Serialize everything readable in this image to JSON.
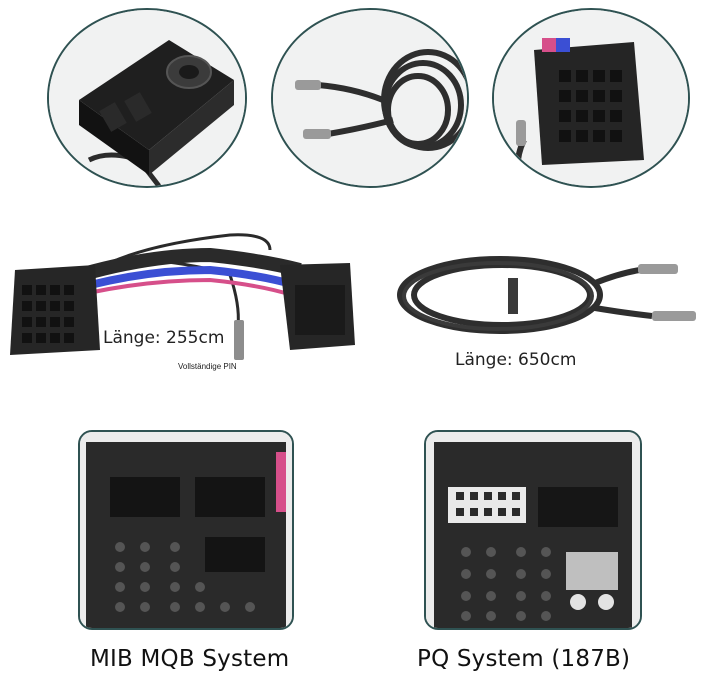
{
  "top_row": {
    "circles": [
      {
        "subject": "camera-module"
      },
      {
        "subject": "cable-ends"
      },
      {
        "subject": "connector-plug"
      }
    ]
  },
  "middle_row": {
    "harness": {
      "length_label": "Länge: 255cm",
      "pin_note": "Vollständige PIN"
    },
    "cable": {
      "length_label": "Länge: 650cm"
    }
  },
  "bottom_row": {
    "left": {
      "caption": "MIB MQB System"
    },
    "right": {
      "caption": "PQ System (187B)"
    }
  },
  "colors": {
    "frame": "#2f5252",
    "plastic": "#2a2a2a",
    "cable": "#333333",
    "wire_blue": "#3b4fd4",
    "wire_pink": "#d64f8a"
  }
}
